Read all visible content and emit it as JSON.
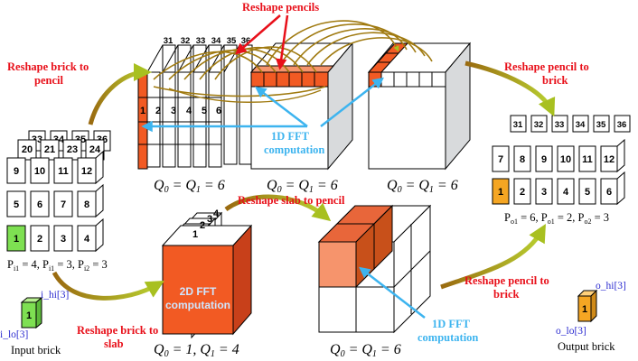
{
  "labels": {
    "reshape_pencils": "Reshape pencils",
    "reshape_brick_to_pencil_1": "Reshape brick to",
    "reshape_brick_to_pencil_2": "pencil",
    "reshape_pencil_to_brick_top_1": "Reshape pencil to",
    "reshape_pencil_to_brick_top_2": "brick",
    "fft1d_top_1": "1D FFT",
    "fft1d_top_2": "computation",
    "reshape_slab_to_pencil": "Reshape slab to pencil",
    "fft2d_1": "2D FFT",
    "fft2d_2": "computation",
    "reshape_pencil_to_brick_bottom_1": "Reshape pencil to",
    "reshape_pencil_to_brick_bottom_2": "brick",
    "fft1d_bottom_1": "1D FFT",
    "fft1d_bottom_2": "computation",
    "reshape_brick_to_slab_1": "Reshape brick to",
    "reshape_brick_to_slab_2": "slab",
    "q_top_1": "Q",
    "q_top_1_sub0": "0",
    "q_top_1_eq": " =  Q",
    "q_top_1_sub1": "1",
    "q_top_1_val": " = 6",
    "q_top_2": "Q",
    "q_top_2_sub0": "0",
    "q_top_2_eq": " =  Q",
    "q_top_2_sub1": "1",
    "q_top_2_val": " = 6",
    "q_top_3": "Q",
    "q_top_3_sub0": "0",
    "q_top_3_eq": " =  Q",
    "q_top_3_sub1": "1",
    "q_top_3_val": " = 6",
    "q_bottom_slab": "Q",
    "q_bottom_slab_sub0": "0",
    "q_bottom_slab_eq": " = 1,  Q",
    "q_bottom_slab_sub1": "1",
    "q_bottom_slab_val": " = 4",
    "q_bottom_pencil": "Q",
    "q_bottom_pencil_sub0": "0",
    "q_bottom_pencil_eq": " =  Q",
    "q_bottom_pencil_sub1": "1",
    "q_bottom_pencil_val": " = 6",
    "p_input": "P",
    "p_input_i0": "i1",
    "p_input_eq1": " = 4, P",
    "p_input_i1": "i1",
    "p_input_eq2": " = 3, P",
    "p_input_i2": "i2",
    "p_input_eq3": " = 3",
    "p_output": "P",
    "p_output_o0": "o1",
    "p_output_eq1": " = 6, P",
    "p_output_o1": "o1",
    "p_output_eq2": " = 2, P",
    "p_output_o2": "o2",
    "p_output_eq3": " = 3",
    "i_hi": "i_hi[3]",
    "i_lo": "i_lo[3]",
    "input_brick": "Input brick",
    "o_hi": "o_hi[3]",
    "o_lo": "o_lo[3]",
    "output_brick": "Output brick",
    "single_block_in": "1",
    "single_block_out": "1"
  },
  "input_grid": {
    "row1": [
      "1",
      "2",
      "3",
      "4"
    ],
    "row2": [
      "5",
      "6",
      "7",
      "8"
    ],
    "row3": [
      "9",
      "10",
      "11",
      "12"
    ],
    "depth2": [
      "20",
      "21",
      "23",
      "24"
    ],
    "depth3": [
      "33",
      "34",
      "35",
      "36"
    ]
  },
  "pencil_top": {
    "front": [
      "1",
      "2",
      "3",
      "4",
      "5",
      "6"
    ],
    "top": [
      "31",
      "32",
      "33",
      "34",
      "35",
      "36"
    ]
  },
  "output_grid": {
    "row1": [
      "1",
      "2",
      "3",
      "4",
      "5",
      "6"
    ],
    "row2": [
      "7",
      "8",
      "9",
      "10",
      "11",
      "12"
    ],
    "top": [
      "31",
      "32",
      "33",
      "34",
      "35",
      "36"
    ]
  },
  "slab_layers": [
    "1",
    "2",
    "3",
    "4"
  ],
  "colors": {
    "accent_red": "#e8101a",
    "orange": "#f25a23",
    "light_orange": "#f6946c",
    "green": "#7ee052",
    "amber": "#f5a623",
    "sky_blue": "#3db4ef",
    "arrow_gold": "#a07a10"
  }
}
